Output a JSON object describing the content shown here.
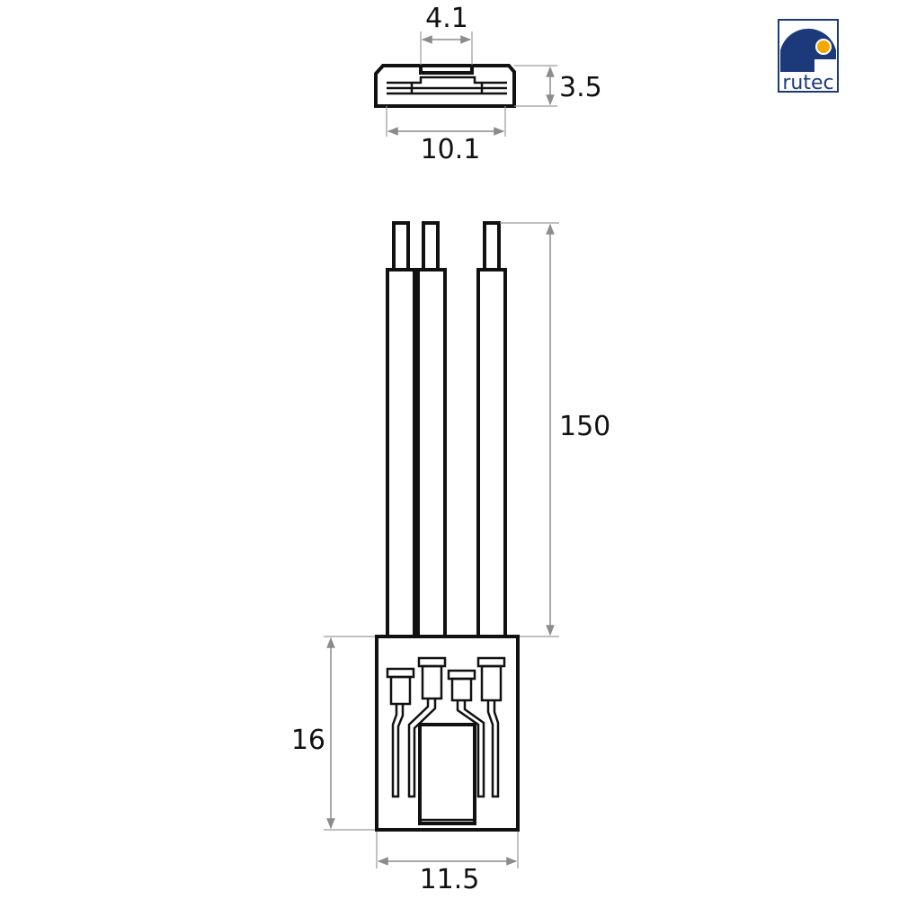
{
  "dimensions": {
    "top_width_slot": "4.1",
    "top_height": "3.5",
    "top_width_overall": "10.1",
    "wire_length": "150",
    "body_height": "16",
    "body_width": "11.5"
  },
  "logo": {
    "text": "rutec",
    "colors": {
      "navy": "#1c3a7a",
      "accent": "#f2a900"
    }
  },
  "colors": {
    "outline": "#111111",
    "dimension": "#8c8c8c"
  }
}
